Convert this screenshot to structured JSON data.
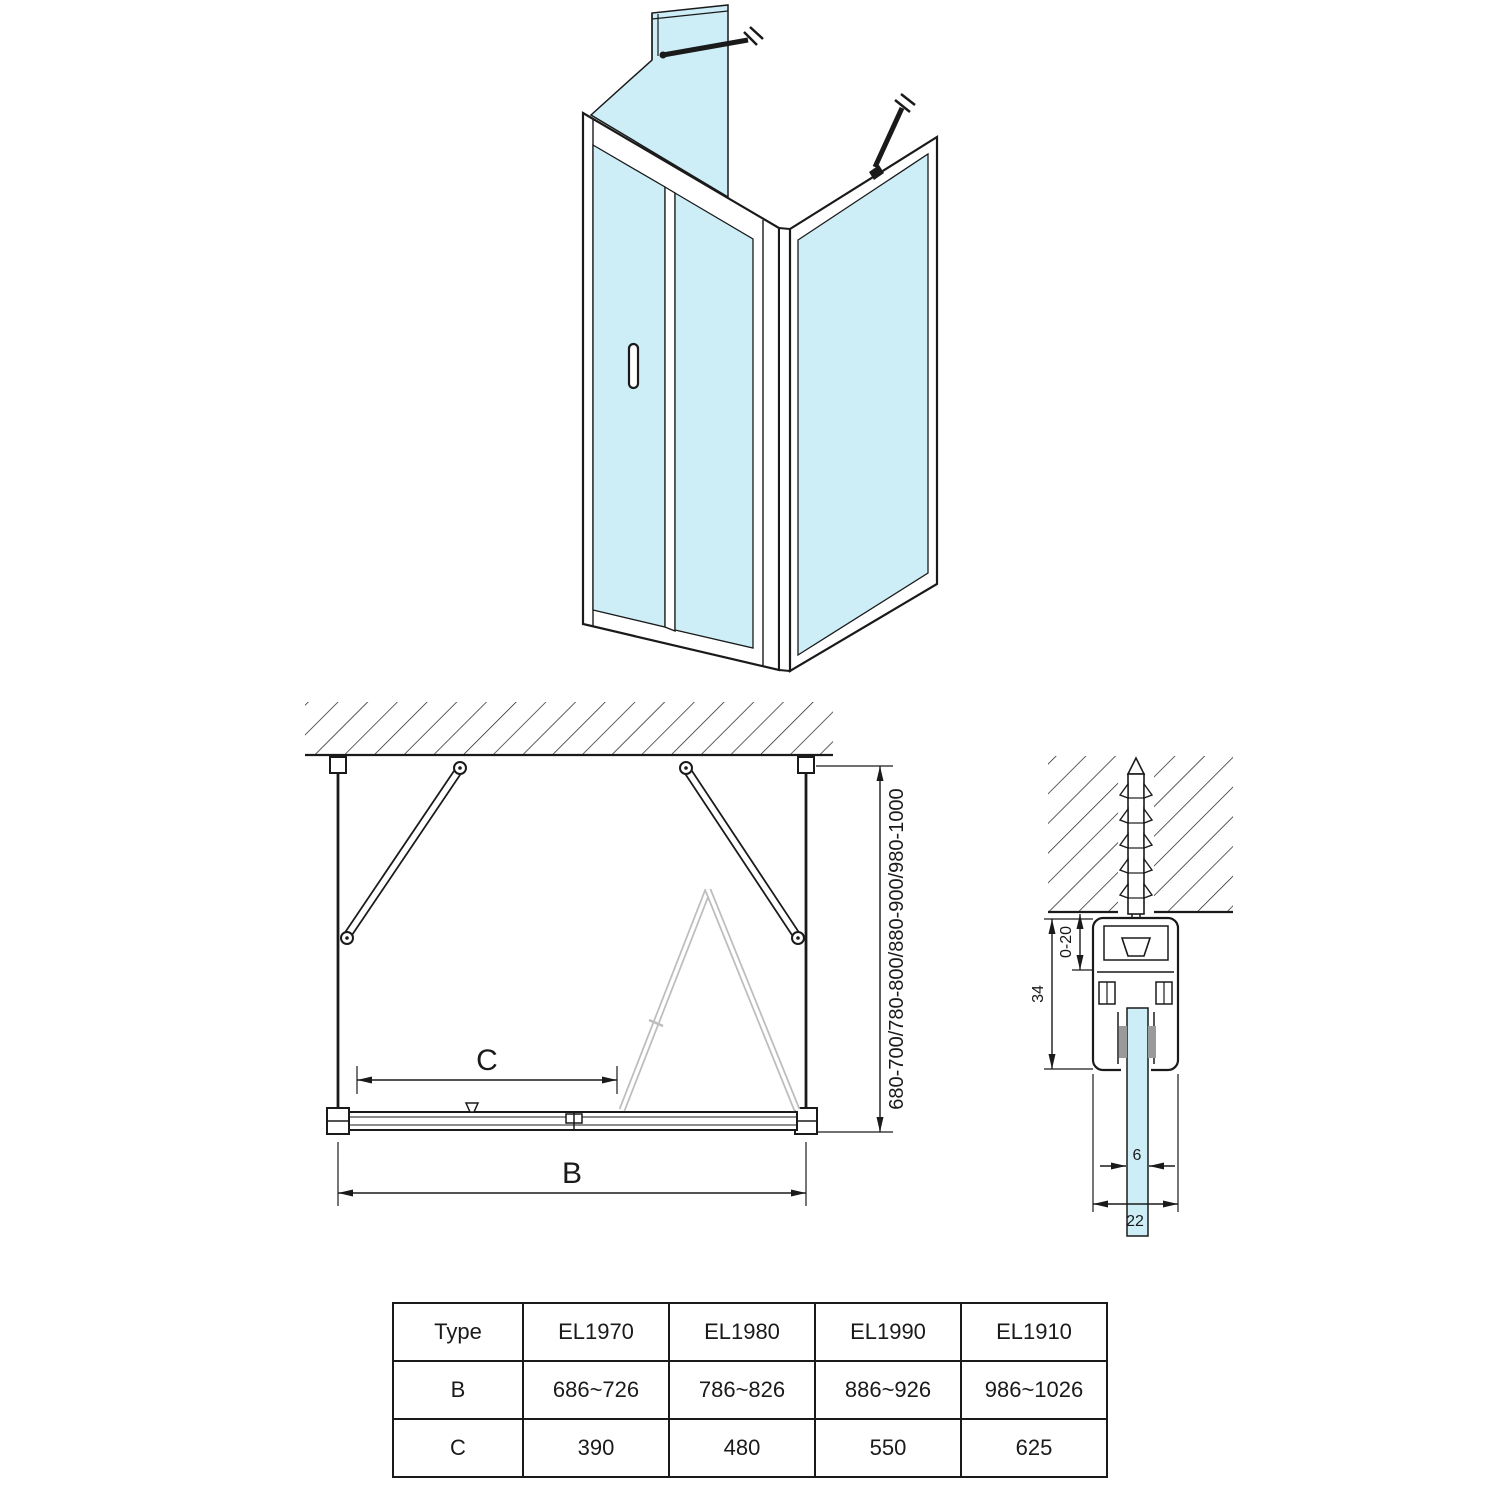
{
  "colors": {
    "glass": "#cdeef7",
    "line": "#1a1a1a",
    "ghost": "#bdbdbd"
  },
  "plan": {
    "label_b": "B",
    "label_c": "C",
    "height_range_label": "680-700/780-800/880-900/980-1000"
  },
  "detail": {
    "label_adjust": "0-20",
    "label_profile_height": "34",
    "label_glass_thickness": "6",
    "label_profile_width": "22"
  },
  "spec_table": {
    "headers": [
      "Type",
      "EL1970",
      "EL1980",
      "EL1990",
      "EL1910"
    ],
    "rows": [
      {
        "label": "B",
        "values": [
          "686~726",
          "786~826",
          "886~926",
          "986~1026"
        ]
      },
      {
        "label": "C",
        "values": [
          "390",
          "480",
          "550",
          "625"
        ]
      }
    ]
  }
}
